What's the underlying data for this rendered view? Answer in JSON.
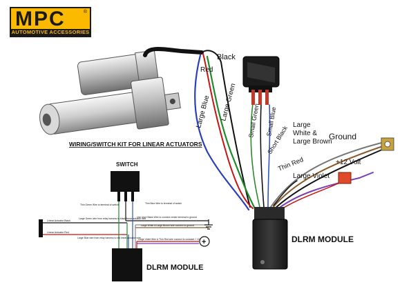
{
  "logo": {
    "brand": "MPC",
    "trademark": "®",
    "tagline": "AUTOMOTIVE ACCESSORIES"
  },
  "photo": {
    "kit_caption": "WIRING/SWITCH KIT FOR LINEAR ACTUATORS",
    "labels": {
      "black": "Black",
      "red": "Red",
      "large_blue": "Large Blue",
      "large_green": "Large Green",
      "small_green": "Small Green",
      "small_blue": "Small Blue",
      "short_black": "Short Black",
      "large_white_line1": "Large",
      "large_white_line2": "White &",
      "large_white_line3": "Large Brown",
      "ground": "Ground",
      "thin_red": "Thin Red",
      "plus12": "+12 Volt",
      "large_violet": "Large Violet",
      "module": "DLRM MODULE"
    }
  },
  "schematic": {
    "switch_label": "SWITCH",
    "module_label": "DLRM MODULE",
    "notes": {
      "thin_green": "Thin Green Wire to terminal of switch",
      "thin_blue": "Thin Blue Wire to terminal of switch",
      "large_green": "Large Green wire from relay harness to black linear actuator wire",
      "short_black": "Use short Black Wire to connect center terminal to ground",
      "large_white": "Large White & Large Brown wire connect to ground",
      "large_blue": "Large Blue wire from relay harness to red linear actuator wire",
      "violet": "Large Violet Wire & Thin Red wire connect to constant + 12v",
      "actuator_black": "Linear Actuator Black",
      "actuator_red": "Linear Actuator Red"
    },
    "plus_symbol": "+"
  }
}
